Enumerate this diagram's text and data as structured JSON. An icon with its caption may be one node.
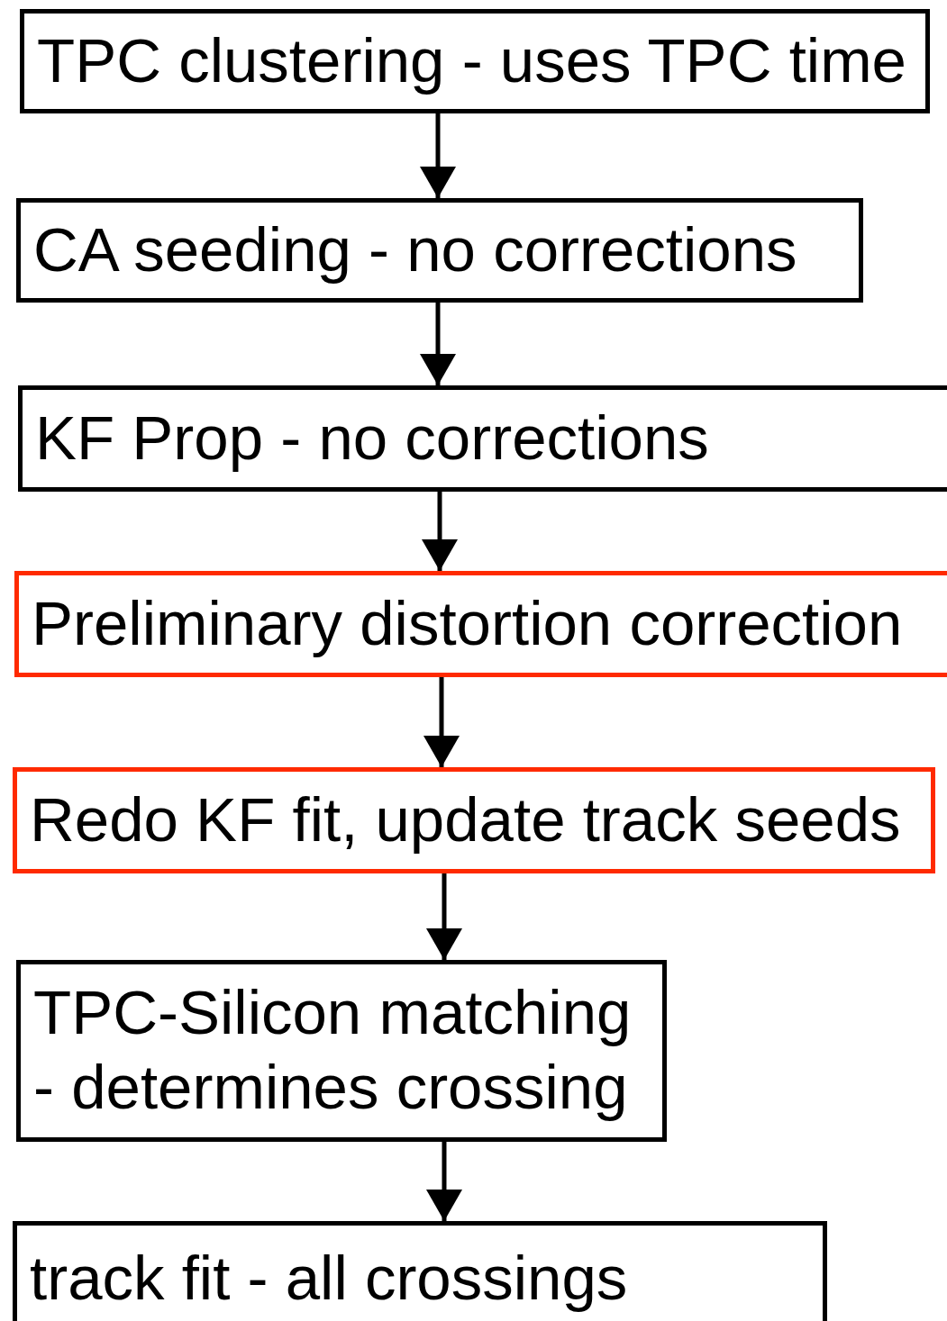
{
  "diagram": {
    "nodes": [
      {
        "text": [
          "TPC clustering - uses TPC time"
        ]
      },
      {
        "text": [
          "CA seeding - no corrections"
        ]
      },
      {
        "text": [
          "KF Prop - no corrections"
        ]
      },
      {
        "text": [
          "Preliminary distortion correction"
        ]
      },
      {
        "text": [
          "Redo KF fit, update track seeds"
        ]
      },
      {
        "text": [
          "TPC-Silicon matching - determines crossing"
        ]
      },
      {
        "text": [
          "track fit - all crossings"
        ]
      }
    ],
    "edges": [
      {
        "from": 0,
        "to": 1,
        "arrow": "to"
      },
      {
        "from": 1,
        "to": 2,
        "arrow": "to"
      },
      {
        "from": 2,
        "to": 3,
        "arrow": "to"
      },
      {
        "from": 3,
        "to": 4,
        "arrow": "to"
      },
      {
        "from": 4,
        "to": 5,
        "arrow": "to"
      },
      {
        "from": 5,
        "to": 6,
        "arrow": "to"
      }
    ]
  }
}
